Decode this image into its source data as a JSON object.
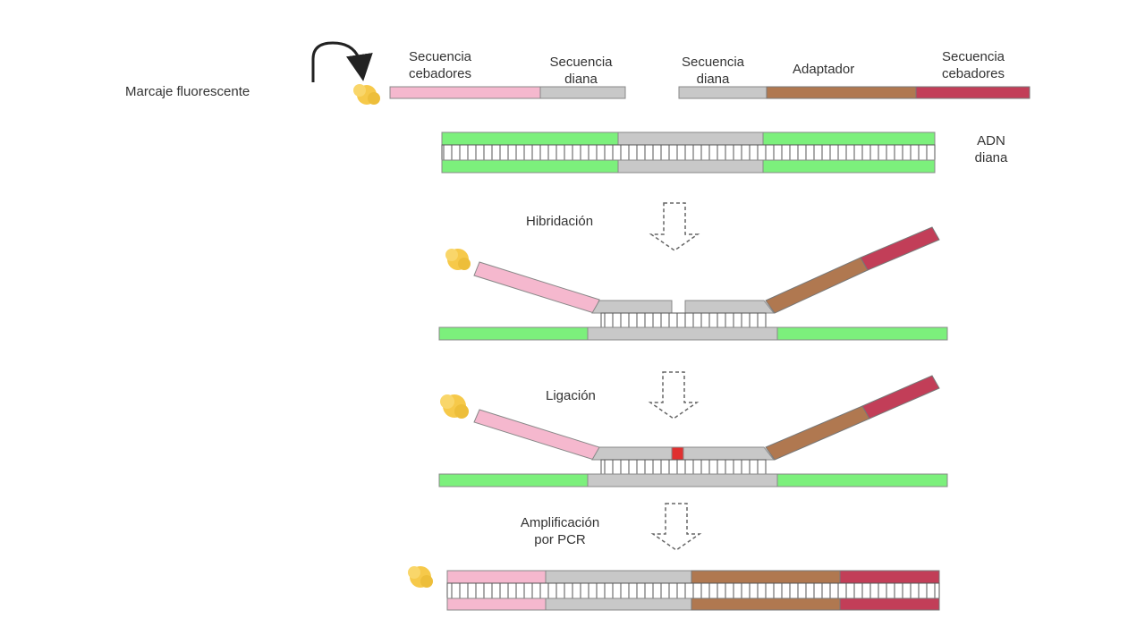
{
  "labels": {
    "fluor_label": "Marcaje fluorescente",
    "left_primer": [
      "Secuencia",
      "cebadores"
    ],
    "left_target": [
      "Secuencia",
      "diana"
    ],
    "right_target": [
      "Secuencia",
      "diana"
    ],
    "adapter": "Adaptador",
    "right_primer": [
      "Secuencia",
      "cebadores"
    ],
    "target_dna": [
      "ADN",
      "diana"
    ],
    "step_hybridization": "Hibridación",
    "step_ligation": "Ligación",
    "step_pcr": [
      "Amplificación",
      "por PCR"
    ]
  },
  "colors": {
    "primer_pink": "#F5B8CE",
    "target_gray": "#C8C8C8",
    "adapter_brown": "#B07850",
    "primer_red": "#C23E58",
    "dna_green": "#7CF07C",
    "fluor_yellow": "#F6C94A",
    "ligation_red": "#E03030"
  },
  "icons": {
    "fluor": "fluorescent-marker-icon",
    "arrow": "curved-arrow-icon",
    "down": "dashed-down-arrow-icon"
  }
}
